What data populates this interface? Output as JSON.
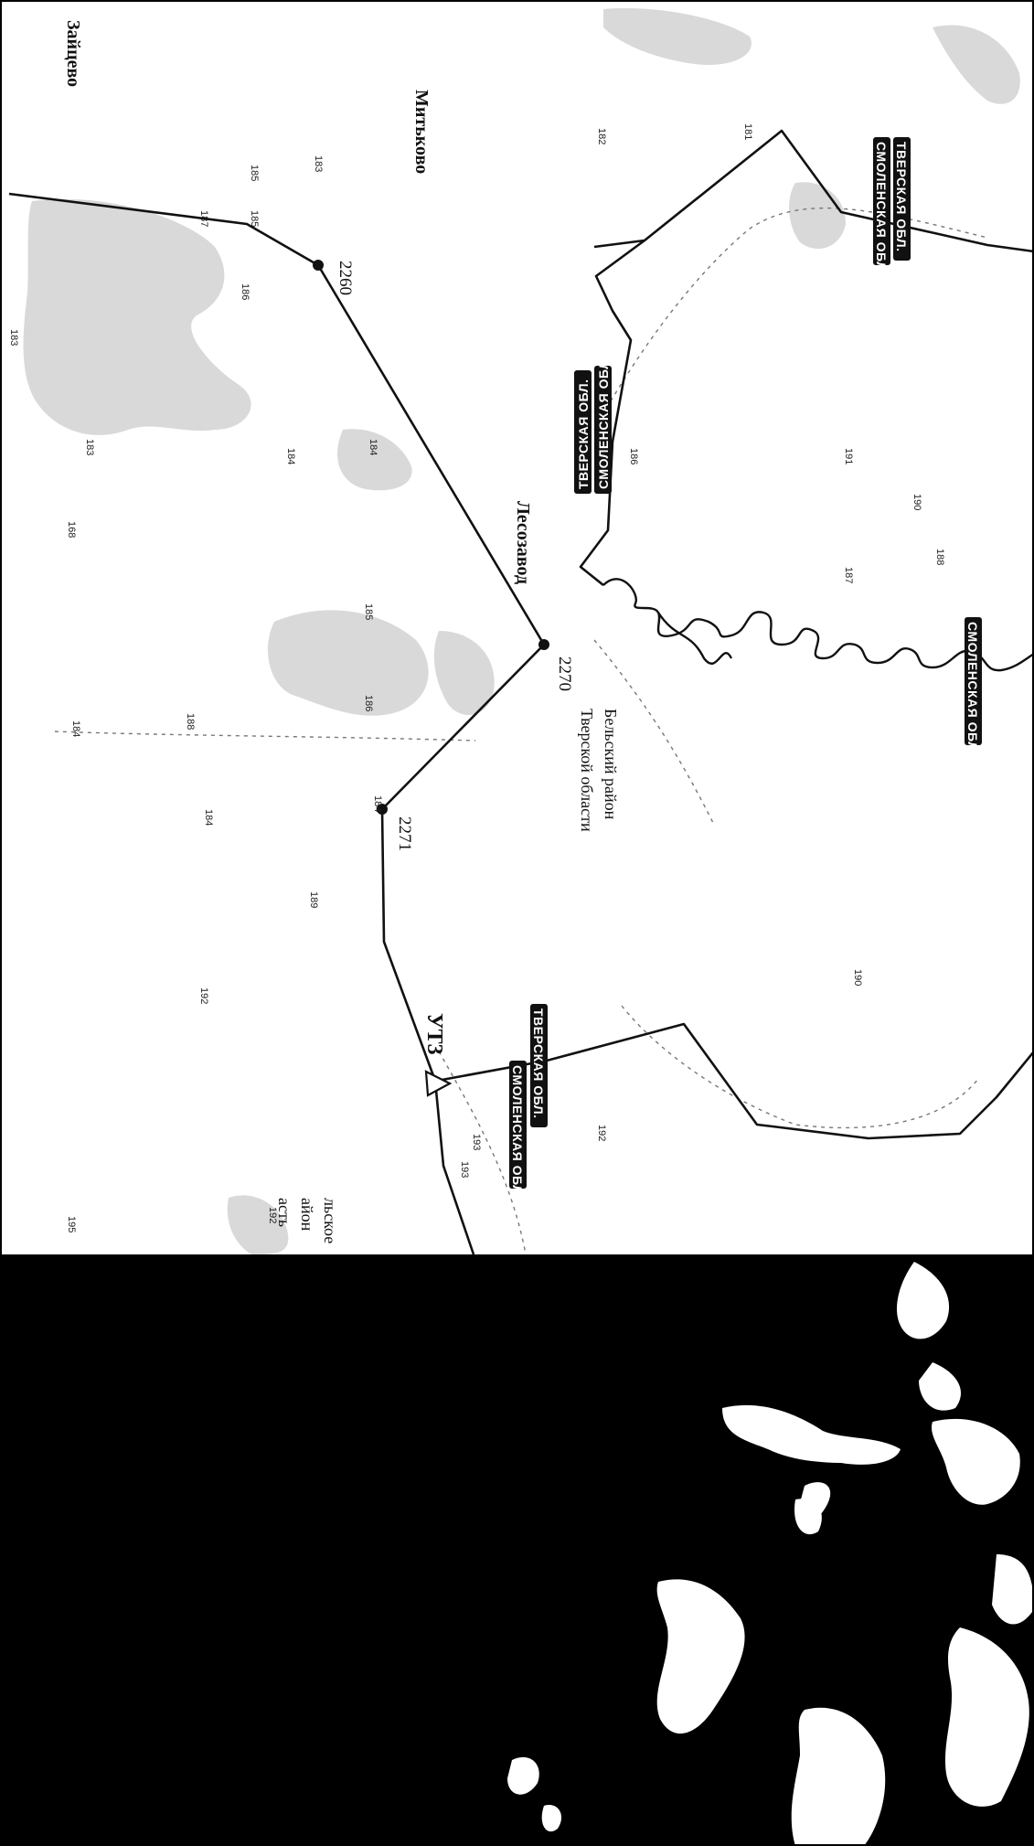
{
  "map": {
    "points": [
      {
        "id": "2260",
        "label": "2260"
      },
      {
        "id": "2270",
        "label": "2270"
      },
      {
        "id": "2271",
        "label": "2271"
      }
    ],
    "utz_label": "УТ3",
    "places": {
      "zaitsevo": "Зайцево",
      "mitkovo": "Митьково",
      "lesozavod": "Лесозавод"
    },
    "region_label_line1": "Тверской области",
    "region_label_line2": "Бельский район",
    "district_label_left": [
      "асть",
      "айон",
      "льское"
    ],
    "boundary_badges": {
      "tverskaya_upper": "ТВЕРСКАЯ ОБЛ.",
      "smolenskaya_upper": "СМОЛЕНСКАЯ ОБЛ.",
      "tverskaya_lower": "ТВЕРСКАЯ ОБЛ.",
      "smolenskaya_lower": "СМОЛЕНСКАЯ ОБЛ.",
      "tverskaya_right": "ТВЕРСКАЯ ОБЛ.",
      "smolenskaya_right": "СМОЛЕНСКАЯ ОБЛ.",
      "smolenskaya_mid": "СМОЛЕНСКАЯ ОБЛ."
    },
    "elevations": [
      "183",
      "187",
      "185",
      "185",
      "186",
      "183",
      "184",
      "184",
      "185",
      "186",
      "188",
      "184",
      "184",
      "189",
      "192",
      "193",
      "195",
      "192",
      "186",
      "191",
      "190",
      "187",
      "188",
      "190",
      "192",
      "193",
      "181",
      "182",
      "183",
      "168",
      "184"
    ]
  }
}
